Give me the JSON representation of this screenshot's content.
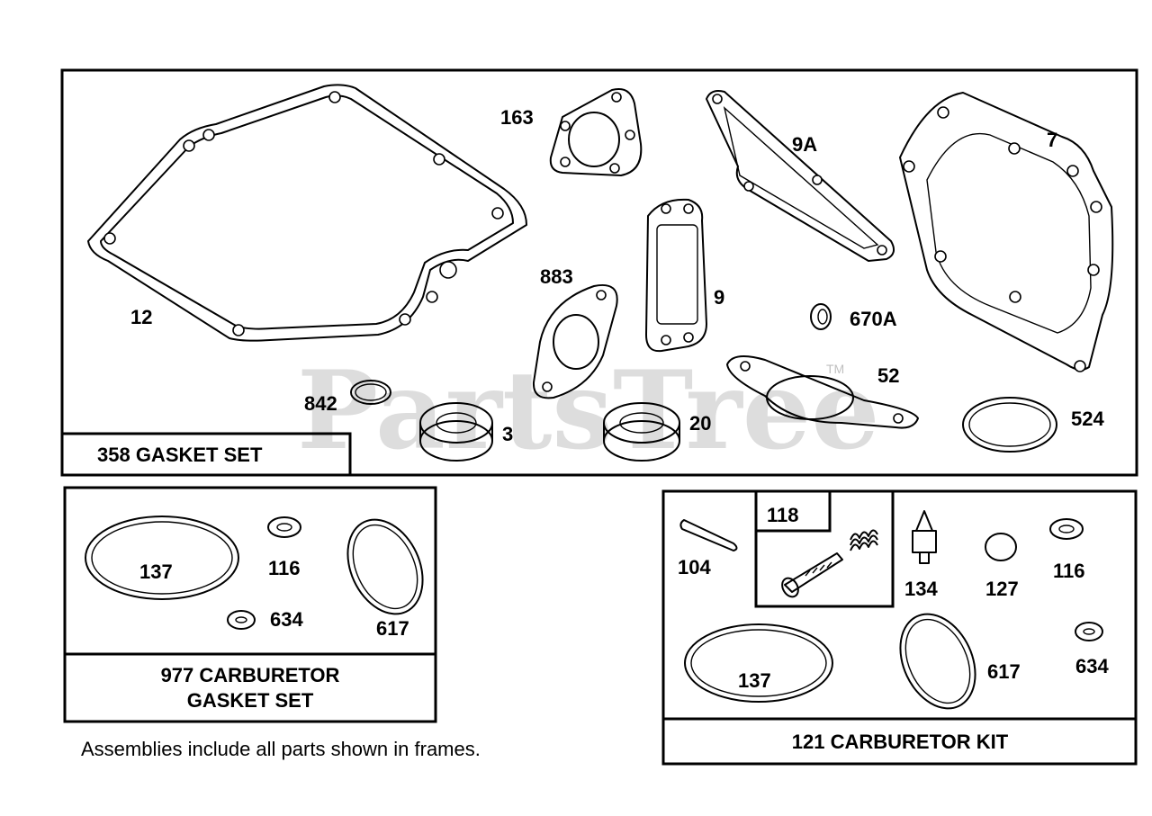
{
  "watermark": {
    "text": "PartsTree",
    "tm": "TM"
  },
  "groups": {
    "gasket_set": {
      "title": "358 GASKET SET"
    },
    "carb_gasket_set": {
      "title_line1": "977 CARBURETOR",
      "title_line2": "GASKET SET"
    },
    "carb_kit": {
      "title": "121 CARBURETOR KIT",
      "subkit": "118"
    }
  },
  "note": "Assemblies include all parts shown in frames.",
  "parts": {
    "p163": "163",
    "p9A": "9A",
    "p7": "7",
    "p12": "12",
    "p883": "883",
    "p9": "9",
    "p670A": "670A",
    "p52": "52",
    "p842": "842",
    "p3": "3",
    "p20": "20",
    "p524": "524",
    "c137": "137",
    "c116": "116",
    "c634": "634",
    "c617": "617",
    "k104": "104",
    "k134": "134",
    "k127": "127",
    "k116": "116",
    "k137": "137",
    "k617": "617",
    "k634": "634"
  }
}
